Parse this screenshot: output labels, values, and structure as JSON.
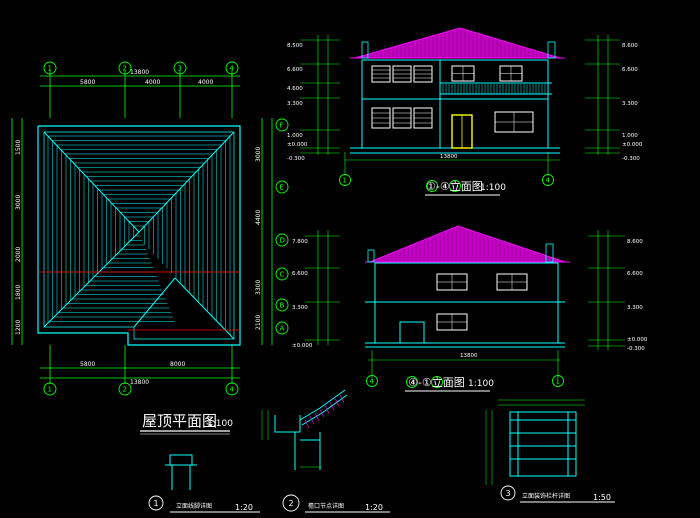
{
  "roof_plan": {
    "title": "屋顶平面图",
    "scale": "1:100",
    "top_dims": {
      "total": "13800",
      "a": "5800",
      "b": "4000",
      "c": "4000"
    },
    "bottom_dims": {
      "total": "13800",
      "a": "5800",
      "b": "8000"
    },
    "axes_top": [
      "1",
      "2",
      "3",
      "4"
    ],
    "axes_right": [
      "F",
      "E",
      "D",
      "C",
      "B",
      "A"
    ],
    "left_dims": [
      "1500",
      "3000",
      "2000",
      "1800",
      "1200"
    ],
    "right_dims": [
      "3000",
      "4400",
      "3300",
      "2100"
    ]
  },
  "elev_front": {
    "title": "①-④立面图",
    "scale": "1:100",
    "width_dim": "13800",
    "axes": [
      "1",
      "4"
    ],
    "levels_left": [
      "8.500",
      "6.600",
      "4.600",
      "3.300",
      "1.000",
      "±0.000",
      "-0.300"
    ],
    "levels_right": [
      "8.600",
      "6.600",
      "3.300",
      "1.000",
      "±0.000",
      "-0.300"
    ]
  },
  "elev_back": {
    "title": "④-①立面图",
    "scale": "1:100",
    "width_dim": "13800",
    "axes": [
      "4",
      "1"
    ],
    "levels_left": [
      "7.800",
      "6.600",
      "3.300",
      "±0.000"
    ],
    "levels_right": [
      "8.600",
      "6.600",
      "3.300",
      "±0.000",
      "-0.300"
    ]
  },
  "details": [
    {
      "num": "1",
      "title": "立面线脚详图",
      "scale": "1:20"
    },
    {
      "num": "2",
      "title": "檐口节点详图",
      "scale": "1:20"
    },
    {
      "num": "3",
      "title": "立面装饰栏杆详图",
      "scale": "1:50"
    }
  ],
  "colors": {
    "bg": "#000000",
    "line": "#00ffff",
    "roof": "#ff00ff",
    "axis": "#00ff00",
    "window": "#ffffff",
    "door": "#ffff00",
    "accent": "#ff0000"
  }
}
